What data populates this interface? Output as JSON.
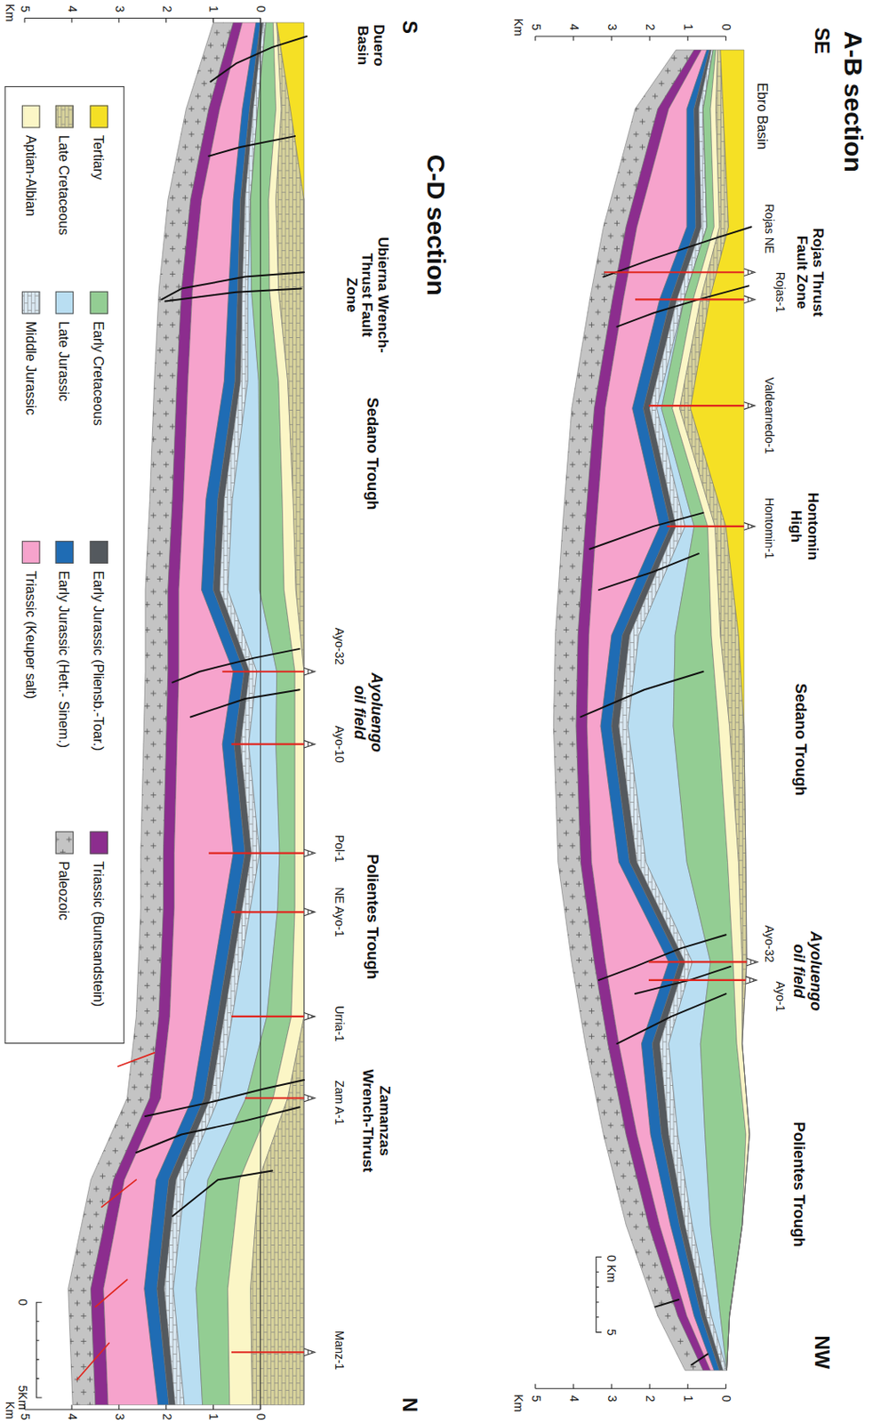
{
  "diagram": {
    "labels": [
      "A-B section",
      "SE",
      "NW",
      "Km",
      "5",
      "4",
      "3",
      "2",
      "1",
      "0",
      "Ebro Basin",
      "Rojas Thrust Fault Zone",
      "Rojas NE",
      "Rojas-1",
      "Valdearnedo-1",
      "Hontomin High",
      "Hontomin-1",
      "Sedano Trough",
      "Ayoluengo oil field",
      "Ayo-32",
      "Ayo-1",
      "Polientes Trough",
      "0 Km",
      "5",
      "0",
      "1",
      "2",
      "3",
      "4",
      "5",
      "Km",
      "C-D section",
      "S",
      "N",
      "Km",
      "5",
      "4",
      "3",
      "2",
      "1",
      "0",
      "Duero Basin",
      "Ubierna Wrench-Thrust Fault Zone",
      "Sedano Trough",
      "Ayoluengo oil field",
      "Ayo-32",
      "Ayo-10",
      "Polientes Trough",
      "Pol-1",
      "NE Ayo-1",
      "Urria-1",
      "Zamanzas Wrench-Thrust",
      "Zam A-1",
      "Manz-1",
      "0",
      "1",
      "2",
      "3",
      "4",
      "5",
      "Km",
      "0",
      "5Km"
    ],
    "legend": [
      {
        "text": "Tertiary",
        "color": "#f5e025"
      },
      {
        "text": "Late Cretaceous",
        "color": "#d9d49c"
      },
      {
        "text": "Aptian-Albian",
        "color": "#fbf6c6"
      },
      {
        "text": "Early Cretaceous",
        "color": "#93cd93"
      },
      {
        "text": "Late Jurassic",
        "color": "#b9def2"
      },
      {
        "text": "Middle Jurassic",
        "color": "#dcebf5"
      },
      {
        "text": "Early Jurassic (Pliensb.-Toar.)",
        "color": "#54595e"
      },
      {
        "text": "Early Jurassic (Hett.- Sinem.)",
        "color": "#1f6cb4"
      },
      {
        "text": "Triassic (Keuper salt)",
        "color": "#f6a3cc"
      },
      {
        "text": "Triassic (Buntsandstein)",
        "color": "#8c2d8e"
      },
      {
        "text": "Paleozoic",
        "color": "#c4c4c4"
      }
    ]
  }
}
